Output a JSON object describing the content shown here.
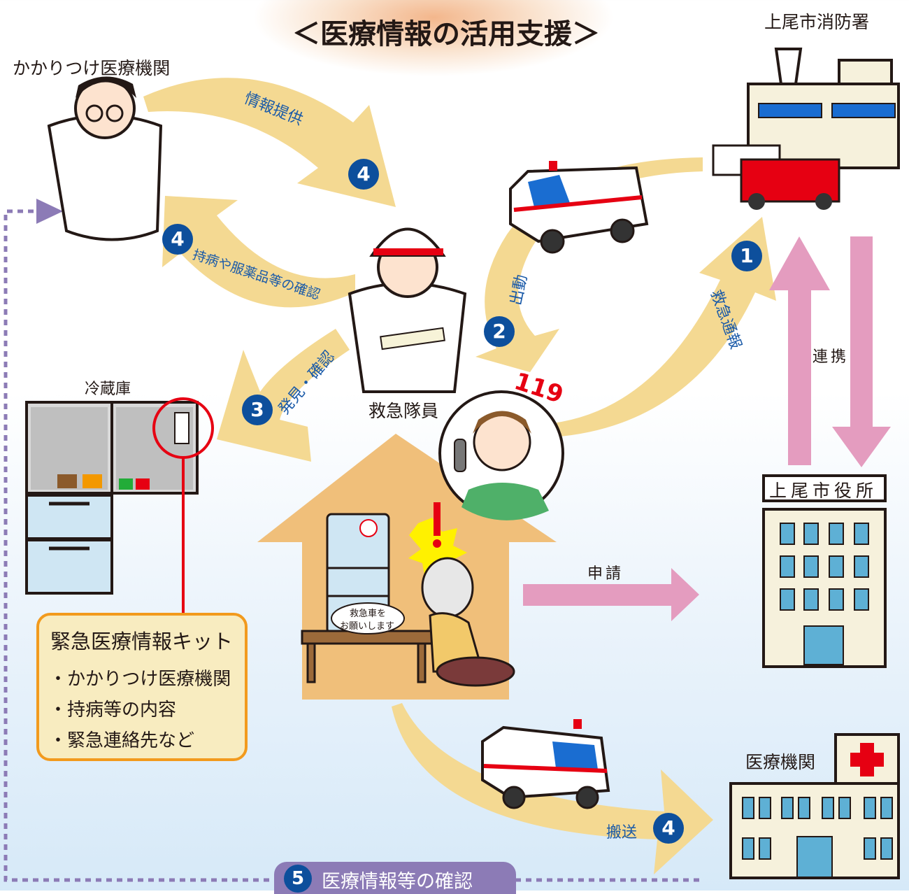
{
  "title": "＜医療情報の活用支援＞",
  "nodes": {
    "clinic": "かかりつけ医療機関",
    "fire_station": "上尾市消防署",
    "paramedic": "救急隊員",
    "fridge": "冷蔵庫",
    "city_hall": "上尾市役所",
    "hospital": "医療機関"
  },
  "arrows": {
    "info_provide": "情報提供",
    "confirm_history": "持病や服薬品等の確認",
    "dispatch": "出動",
    "emergency_call": "救急通報",
    "find_confirm": "発見・確認",
    "cooperation": "連携",
    "apply": "申請",
    "transport": "搬送",
    "check_info": "医療情報等の確認"
  },
  "step_numbers": {
    "one": "1",
    "two": "2",
    "three": "3",
    "four": "4",
    "five": "5"
  },
  "phone_number": "119",
  "speech_bubble": {
    "line1": "救急車を",
    "line2": "お願いします"
  },
  "kit": {
    "title": "緊急医療情報キット",
    "items": [
      "・かかりつけ医療機関",
      "・持病等の内容",
      "・緊急連絡先など"
    ]
  },
  "colors": {
    "arrow_yellow": "#f4d992",
    "arrow_pink": "#e49cbf",
    "step_blue": "#0d4f9c",
    "kit_border": "#f29a1d",
    "kit_fill": "#f8ecc0",
    "dotted_purple": "#8c7bb6",
    "house": "#f0bf7a",
    "callout_red": "#e60012"
  }
}
